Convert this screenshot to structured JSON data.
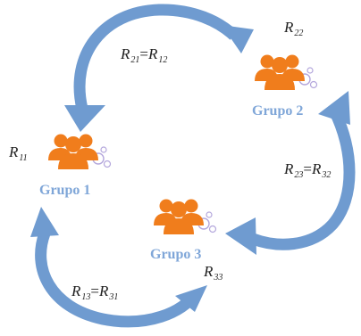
{
  "groups": [
    {
      "label": "Grupo 1"
    },
    {
      "label": "Grupo 2"
    },
    {
      "label": "Grupo 3"
    }
  ],
  "self_relations": [
    {
      "base": "R",
      "sub": "11"
    },
    {
      "base": "R",
      "sub": "22"
    },
    {
      "base": "R",
      "sub": "33"
    }
  ],
  "pair_relations": [
    {
      "left_base": "R",
      "left_sub": "21",
      "eq": "=",
      "right_base": "R",
      "right_sub": "12"
    },
    {
      "left_base": "R",
      "left_sub": "23",
      "eq": "=",
      "right_base": "R",
      "right_sub": "32"
    },
    {
      "left_base": "R",
      "left_sub": "13",
      "eq": "=",
      "right_base": "R",
      "right_sub": "31"
    }
  ],
  "colors": {
    "arrow": "#6f9bd0",
    "people": "#f07d1c",
    "virus": "#b4a7dc",
    "group_label": "#7fa6d8"
  }
}
